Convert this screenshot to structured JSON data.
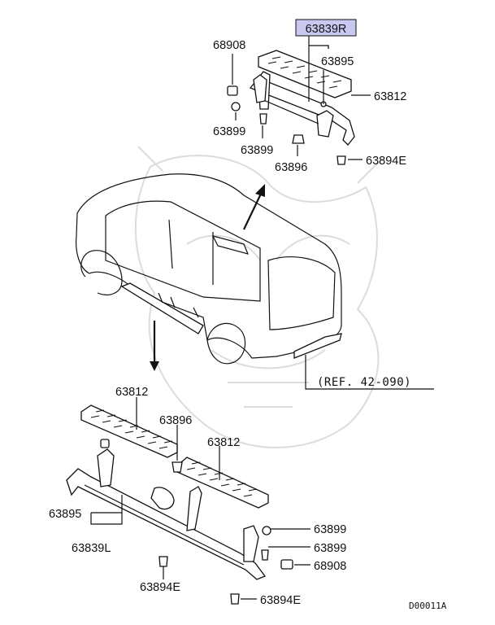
{
  "highlight_color": "#c8c8f0",
  "labels": {
    "kit_right": "63839R",
    "kit_left": "63839L",
    "top_68908": "68908",
    "top_63895": "63895",
    "top_63812": "63812",
    "top_63899_a": "63899",
    "top_63899_b": "63899",
    "top_63896": "63896",
    "top_63894E": "63894E",
    "bot_63812_a": "63812",
    "bot_63896": "63896",
    "bot_63812_b": "63812",
    "bot_63895": "63895",
    "bot_63899_a": "63899",
    "bot_63899_b": "63899",
    "bot_68908": "68908",
    "bot_63894E_a": "63894E",
    "bot_63894E_b": "63894E",
    "reference": "(REF. 42-090)",
    "diagram_code": "D00011A"
  }
}
